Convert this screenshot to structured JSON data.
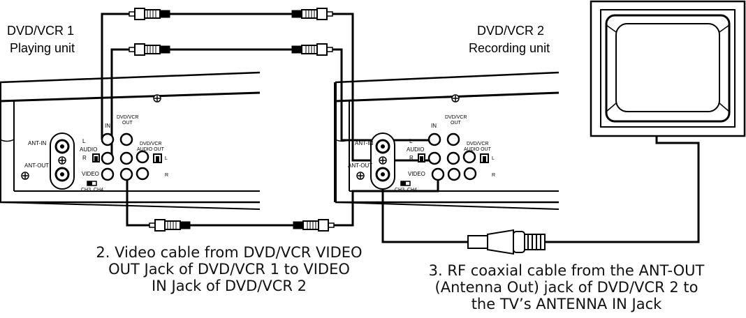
{
  "unit1": {
    "name": "DVD/VCR 1",
    "role": "Playing unit",
    "panel": {
      "ant_in": "ANT-IN",
      "ant_out": "ANT-OUT",
      "in": "IN",
      "out_line1": "DVD/VCR",
      "out_line2": "OUT",
      "audio": "AUDIO",
      "left": "L",
      "right": "R",
      "video": "VIDEO",
      "audio_out_line1": "DVD/VCR",
      "audio_out_line2": "AUDIO OUT",
      "ch3": "CH3",
      "ch4": "CH4"
    }
  },
  "unit2": {
    "name": "DVD/VCR 2",
    "role": "Recording unit",
    "panel": {
      "ant_in": "ANT-IN",
      "ant_out": "ANT-OUT",
      "in": "IN",
      "out_line1": "DVD/VCR",
      "out_line2": "OUT",
      "audio": "AUDIO",
      "left": "L",
      "right": "R",
      "video": "VIDEO",
      "audio_out_line1": "DVD/VCR",
      "audio_out_line2": "AUDIO OUT",
      "ch3": "CH3",
      "ch4": "CH4"
    }
  },
  "captions": {
    "video_cable": [
      "2. Video cable from DVD/VCR VIDEO",
      "OUT Jack of DVD/VCR 1 to VIDEO",
      "IN Jack of  DVD/VCR 2"
    ],
    "rf_cable": [
      "3. RF coaxial cable from the ANT-OUT",
      "(Antenna Out) jack of  DVD/VCR 2 to",
      "the TV’s ANTENNA IN Jack"
    ]
  }
}
